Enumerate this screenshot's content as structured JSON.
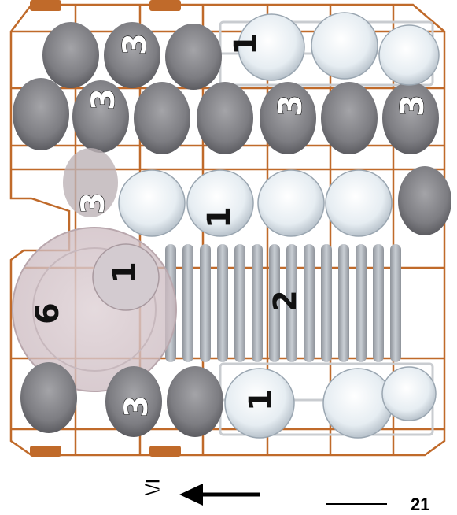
{
  "colors": {
    "rack": "#c06a2a",
    "glass": "#8a8a8e",
    "glass_dark": "#5f5f64",
    "cup": "#e9eff4",
    "plate": "#9ea3aa",
    "bowl": "#d9ccd1"
  },
  "labels": {
    "cups_top": "1",
    "glasses_top": "3",
    "glasses_mid_left": "3",
    "glasses_mid_center": "3",
    "glasses_mid_right": "3",
    "small_glass_left": "3",
    "cups_middle": "1",
    "bowl_cup": "1",
    "bowl": "6",
    "plates": "2",
    "glasses_bottom": "3",
    "cups_bottom": "1"
  },
  "footer": {
    "direction_label": "I/\\",
    "page_number": "21"
  },
  "icons": [
    "direction-arrow-icon"
  ]
}
